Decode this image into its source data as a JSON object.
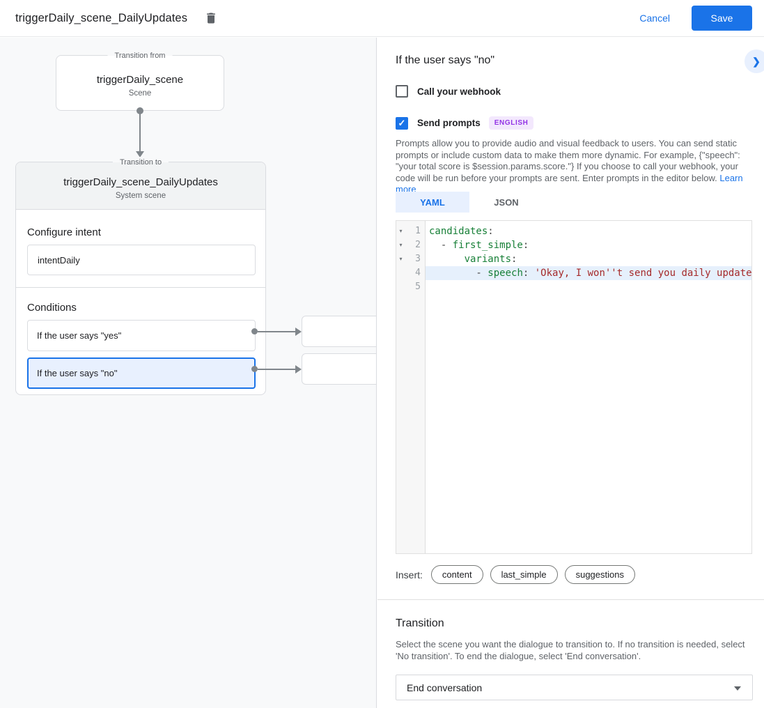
{
  "topbar": {
    "title": "triggerDaily_scene_DailyUpdates",
    "cancel_label": "Cancel",
    "save_label": "Save"
  },
  "canvas": {
    "from": {
      "legend": "Transition from",
      "title": "triggerDaily_scene",
      "subtitle": "Scene"
    },
    "to": {
      "legend": "Transition to",
      "title": "triggerDaily_scene_DailyUpdates",
      "subtitle": "System scene",
      "intent_label": "Configure intent",
      "intent_value": "intentDaily",
      "conditions_label": "Conditions",
      "conditions": [
        {
          "label": "If the user says \"yes\"",
          "selected": false
        },
        {
          "label": "If the user says \"no\"",
          "selected": true
        }
      ]
    }
  },
  "panel": {
    "title": "If the user says \"no\"",
    "webhook": {
      "label": "Call your webhook",
      "checked": false
    },
    "prompts": {
      "label": "Send prompts",
      "checked": true,
      "badge": "ENGLISH"
    },
    "description": "Prompts allow you to provide audio and visual feedback to users. You can send static prompts or include custom data to make them more dynamic. For example, {\"speech\": \"your total score is $session.params.score.\"} If you choose to call your webhook, your code will be run before your prompts are sent. Enter prompts in the editor below. ",
    "learn_more": "Learn more",
    "tabs": [
      {
        "label": "YAML",
        "active": true
      },
      {
        "label": "JSON",
        "active": false
      }
    ],
    "editor": {
      "lines": [
        {
          "number": "1",
          "fold": true,
          "highlight": false,
          "segments": [
            {
              "text": "candidates",
              "type": "key"
            },
            {
              "text": ":",
              "type": "plain"
            }
          ]
        },
        {
          "number": "2",
          "fold": true,
          "highlight": false,
          "segments": [
            {
              "text": "  - ",
              "type": "plain"
            },
            {
              "text": "first_simple",
              "type": "key"
            },
            {
              "text": ":",
              "type": "plain"
            }
          ]
        },
        {
          "number": "3",
          "fold": true,
          "highlight": false,
          "segments": [
            {
              "text": "      ",
              "type": "plain"
            },
            {
              "text": "variants",
              "type": "key"
            },
            {
              "text": ":",
              "type": "plain"
            }
          ]
        },
        {
          "number": "4",
          "fold": false,
          "highlight": true,
          "segments": [
            {
              "text": "        - ",
              "type": "plain"
            },
            {
              "text": "speech",
              "type": "key"
            },
            {
              "text": ": ",
              "type": "plain"
            },
            {
              "text": "'Okay, I won''t send you daily updates.'",
              "type": "string"
            }
          ]
        },
        {
          "number": "5",
          "fold": false,
          "highlight": false,
          "segments": []
        }
      ]
    },
    "insert": {
      "label": "Insert:",
      "chips": [
        "content",
        "last_simple",
        "suggestions"
      ]
    },
    "transition": {
      "title": "Transition",
      "description": "Select the scene you want the dialogue to transition to. If no transition is needed, select 'No transition'. To end the dialogue, select 'End conversation'.",
      "value": "End conversation"
    }
  },
  "icons": {
    "trash": "trash-icon",
    "chevron_right": "❯",
    "check": "✓",
    "fold_arrow": "▾"
  },
  "colors": {
    "accent": "#1a73e8",
    "selected_bg": "#e8f0fe",
    "badge_bg": "#f3e8fd",
    "badge_text": "#9334e6",
    "code_key": "#188038",
    "code_string": "#a52a2a",
    "canvas_bg": "#f8f9fa"
  }
}
